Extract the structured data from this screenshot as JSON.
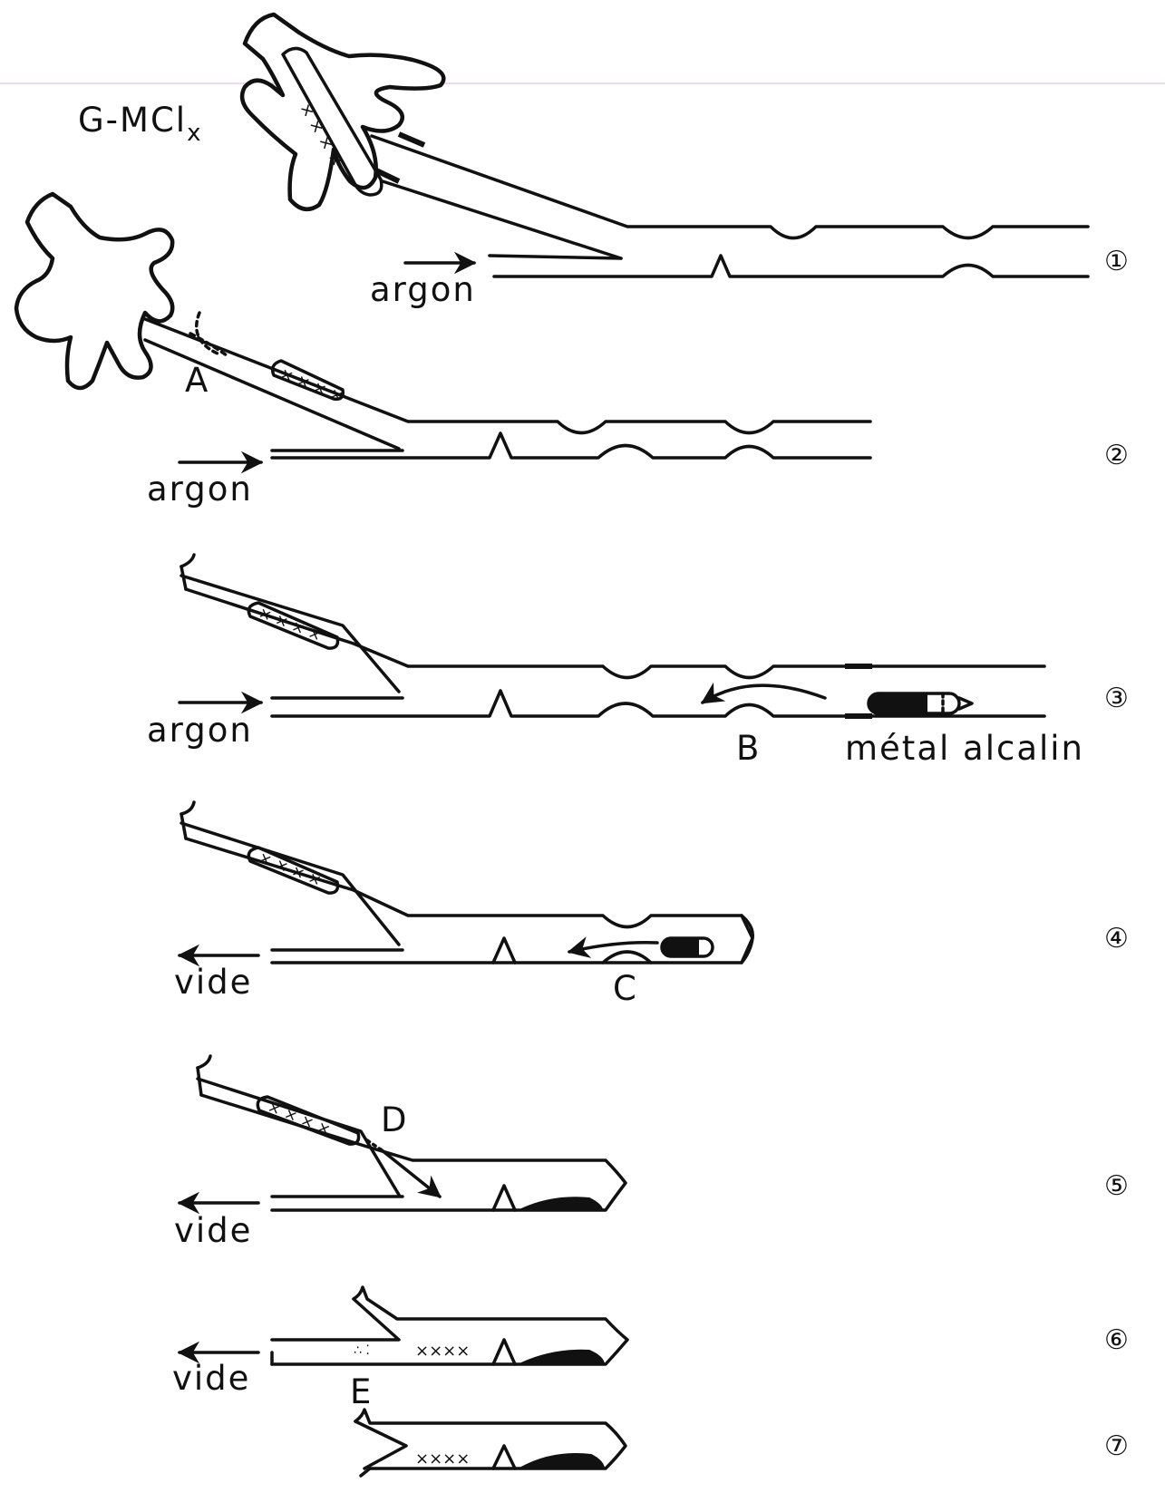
{
  "diagram": {
    "labels": {
      "reagent": "G-MCl",
      "reagent_subscript": "x",
      "argon": "argon",
      "vide": "vide",
      "metal": "métal alcalin",
      "A": "A",
      "B": "B",
      "C": "C",
      "D": "D",
      "E": "E",
      "cross_marks": "××××"
    },
    "steps": [
      "①",
      "②",
      "③",
      "④",
      "⑤",
      "⑥",
      "⑦"
    ]
  }
}
